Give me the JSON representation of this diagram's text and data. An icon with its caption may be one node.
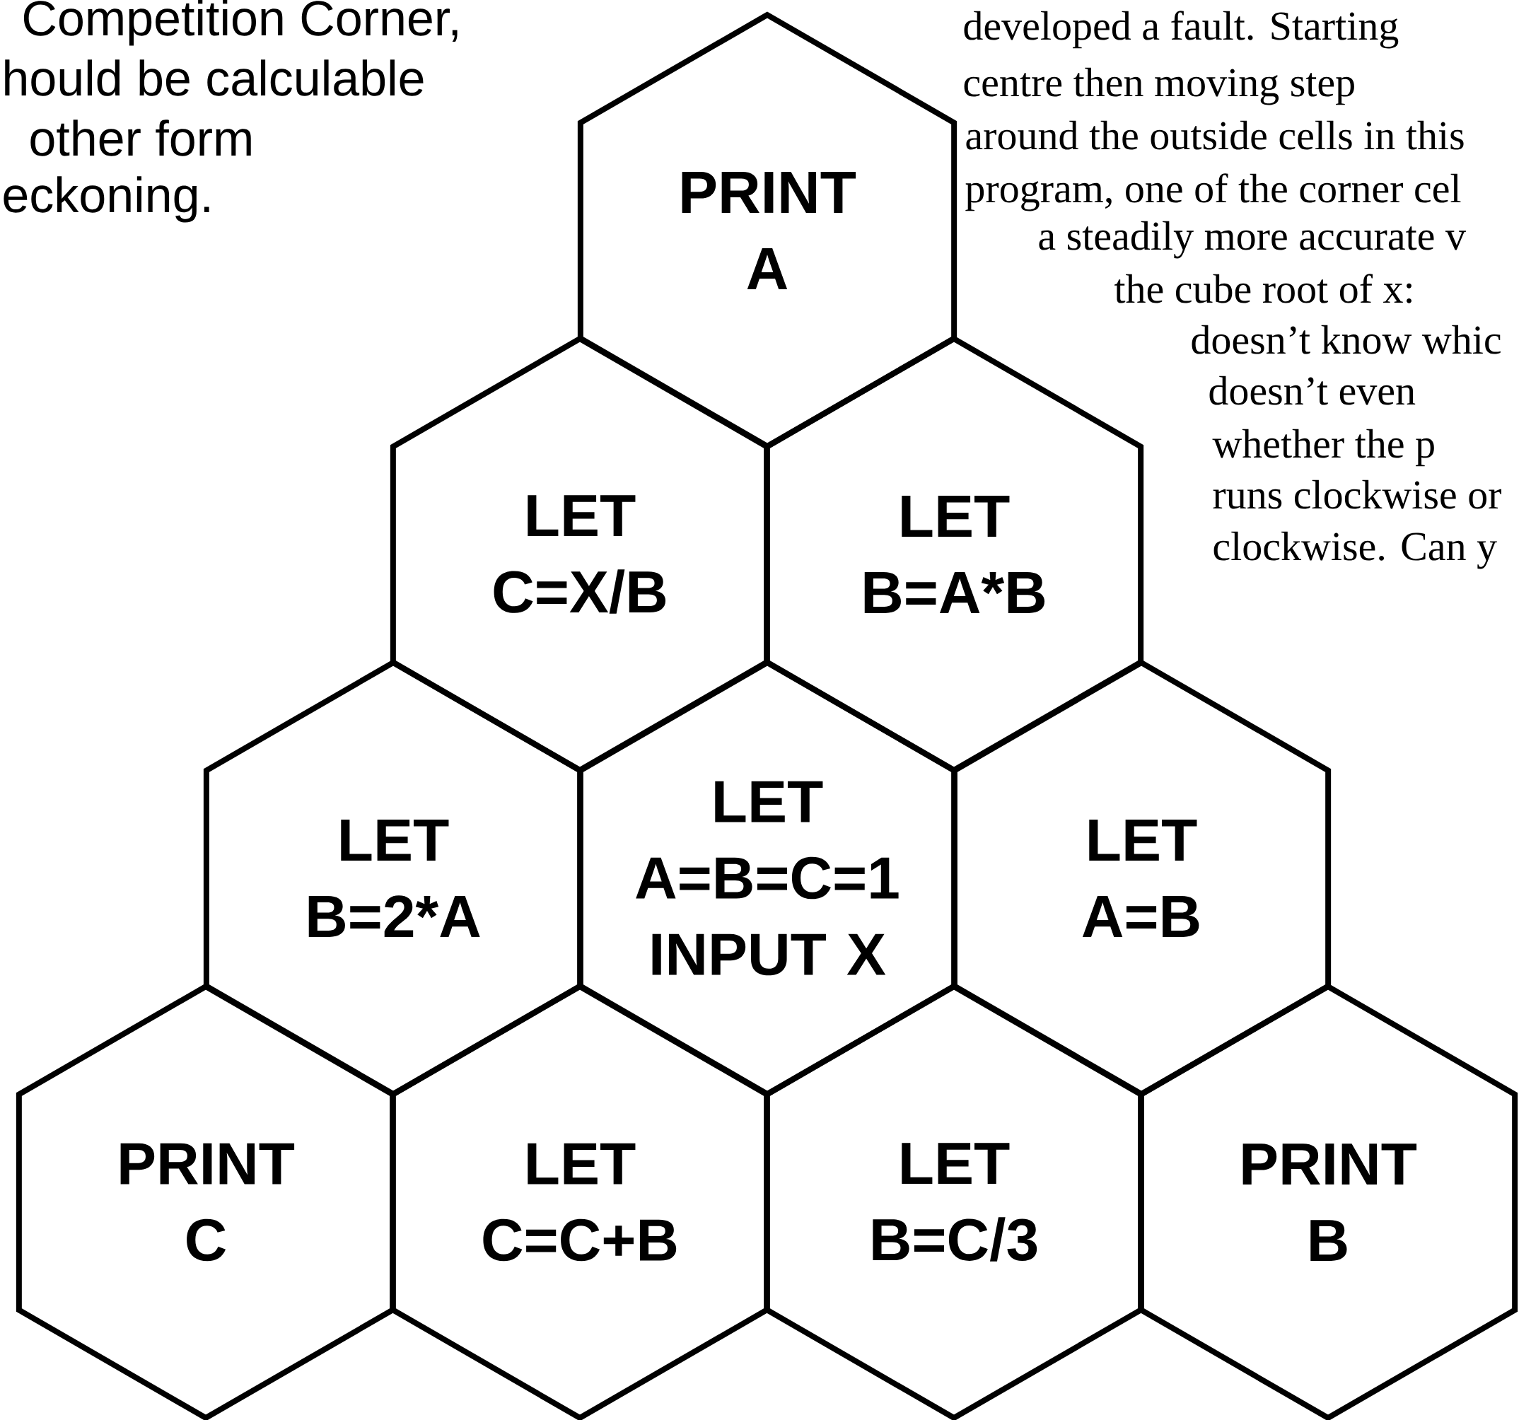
{
  "diagram": {
    "nodes": [
      {
        "text": [
          "PRINT A"
        ]
      },
      {
        "text": [
          "LET C=X/B"
        ]
      },
      {
        "text": [
          "LET B=A*B"
        ]
      },
      {
        "text": [
          "LET B=2*A"
        ]
      },
      {
        "text": [
          "LET A=B=C=1",
          "INPUT X"
        ]
      },
      {
        "text": [
          "LET A=B"
        ]
      },
      {
        "text": [
          "PRINT C"
        ]
      },
      {
        "text": [
          "LET C=C+B"
        ]
      },
      {
        "text": [
          "LET B=C/3"
        ]
      },
      {
        "text": [
          "PRINT B"
        ]
      }
    ],
    "labels": [
      "Competition Corner,",
      "hould be calculable",
      "other form",
      "eckoning.",
      "developed a fault. Starting",
      "centre then moving step",
      "around the outside cells in this",
      "program, one of the corner cel",
      "a steadily more accurate v",
      "the cube root of x:",
      "doesn’t know whic",
      "doesn’t even",
      "whether the p",
      "runs clockwise or",
      "clockwise. Can y"
    ]
  }
}
